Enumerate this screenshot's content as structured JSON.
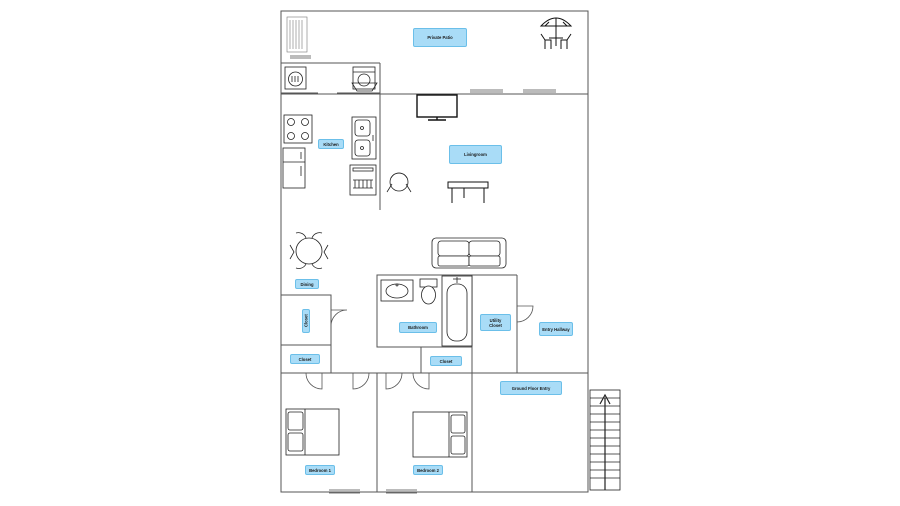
{
  "rooms": {
    "private_patio": "Private Patio",
    "kitchen": "Kitchen",
    "living_room": "Livingroom",
    "dining": "Dining",
    "closet_left_vertical": "Closet",
    "closet_left": "Closet",
    "bathroom": "Bathroom",
    "closet_center": "Closet",
    "utility_closet": "Utility\nCloset",
    "entry_hallway": "Entry Hallway",
    "ground_floor_entry": "Ground Floor Entry",
    "bedroom_1": "Bedroom 1",
    "bedroom_2": "Bedroom 2"
  },
  "colors": {
    "label_fill": "#a9dcf7",
    "label_border": "#6bbfe9",
    "wall": "#555555",
    "fixture": "#222222"
  },
  "icons": [
    "patio-umbrella-table-icon",
    "washer-icon",
    "dryer-icon",
    "stove-icon",
    "refrigerator-icon",
    "sink-icon",
    "dishwasher-icon",
    "tv-icon",
    "chair-icon",
    "coffee-table-icon",
    "sofa-icon",
    "dining-table-icon",
    "bathroom-sink-icon",
    "toilet-icon",
    "bathtub-icon",
    "bed-icon",
    "stairs-icon"
  ]
}
